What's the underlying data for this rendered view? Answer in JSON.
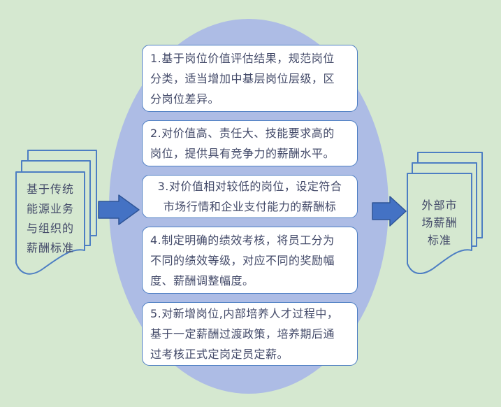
{
  "canvas": {
    "colors": {
      "bg": "#d5e8d0",
      "ellipse": "#adbce5",
      "border": "#4d7ec3",
      "arrow_fill": "#4472c4",
      "arrow_stroke": "#2f5597",
      "text": "#434a69",
      "box_fill": "#ffffff"
    }
  },
  "left_document": {
    "lines": [
      "基于传统",
      "能源业务",
      "与组织的",
      "薪酬标准"
    ]
  },
  "right_document": {
    "lines": [
      "外部市",
      "场薪酬",
      "标准"
    ]
  },
  "process_boxes": [
    {
      "lines": [
        "1.基于岗位价值评估结果，规范岗位",
        "分类，适当增加中基层岗位层级，区",
        "分岗位差异。"
      ]
    },
    {
      "lines": [
        "2.对价值高、责任大、技能要求高的",
        "岗位，提供具有竞争力的薪酬水平。"
      ]
    },
    {
      "lines": [
        "3.对价值相对较低的岗位，设定符合",
        "市场行情和企业支付能力的薪酬标"
      ]
    },
    {
      "lines": [
        "4.制定明确的绩效考核，将员工分为",
        "不同的绩效等级，对应不同的奖励幅",
        "度、薪酬调整幅度。"
      ]
    },
    {
      "lines": [
        "5.对新增岗位,内部培养人才过程中，",
        "基于一定薪酬过渡政策，培养期后通",
        "过考核正式定岗定员定薪。"
      ]
    }
  ]
}
